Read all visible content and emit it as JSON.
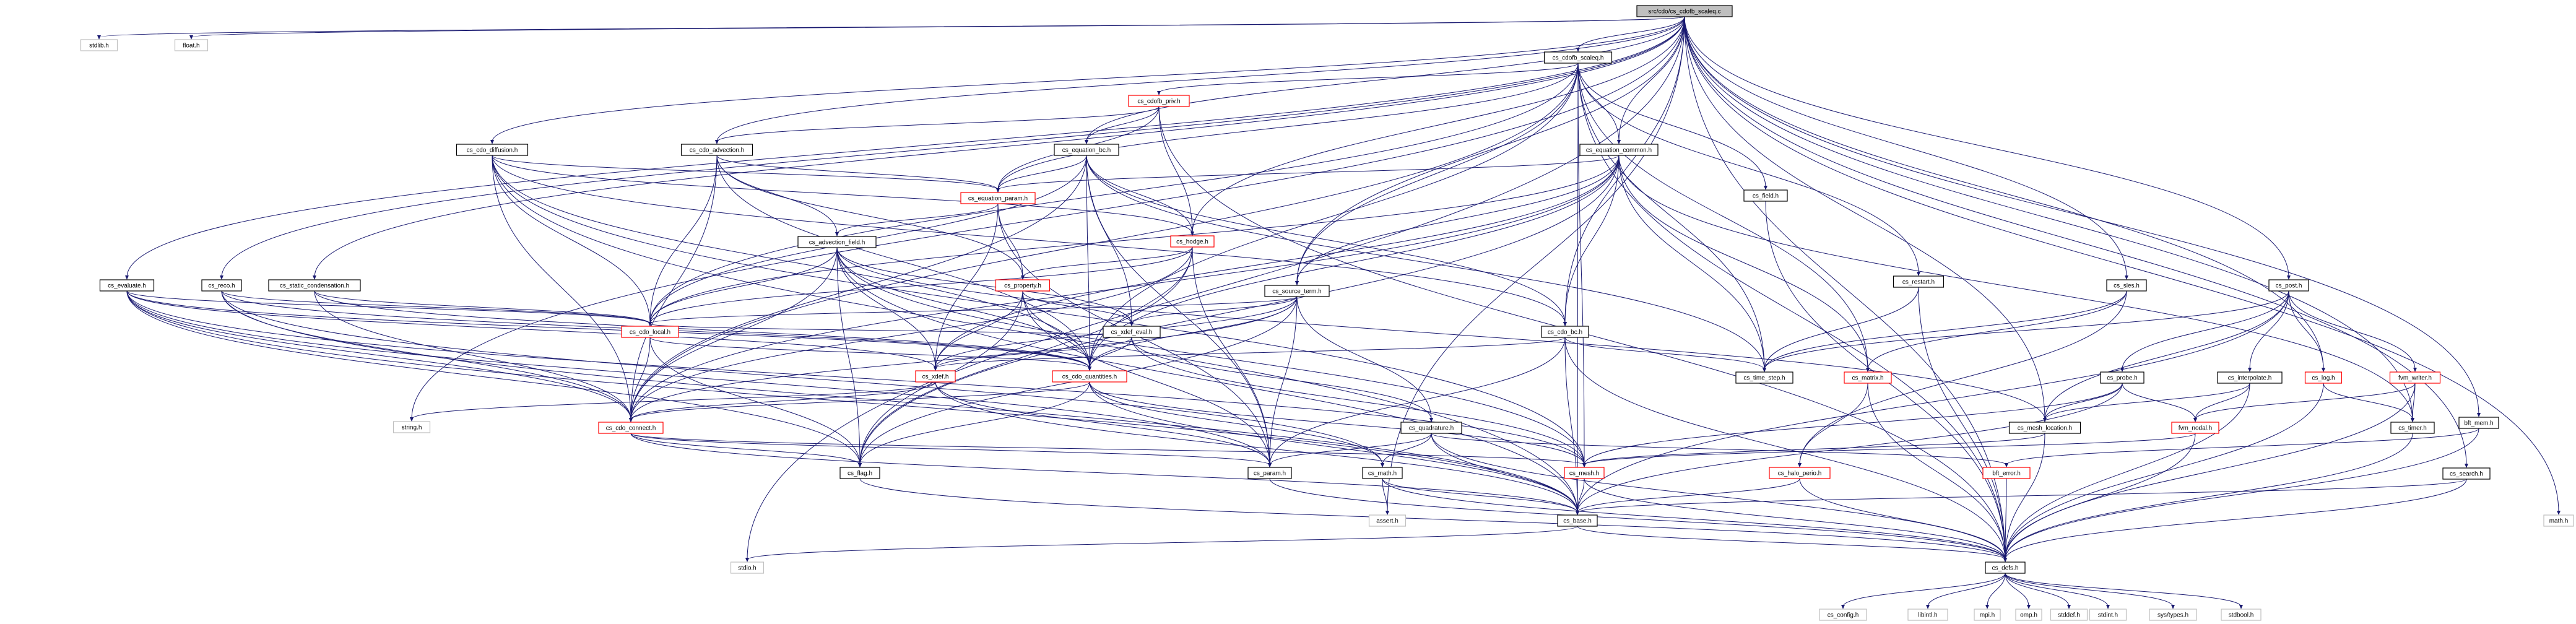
{
  "graph": {
    "title": "src/cdo/cs_cdofb_scaleq.c",
    "colors": {
      "edge": "#191970",
      "root_fill": "#bfbfbf",
      "internal_border": "#000000",
      "external_border": "#bfbfbf",
      "flagged_border": "#ff0000"
    },
    "nodes": [
      {
        "id": "root",
        "label": "src/cdo/cs_cdofb_scaleq.c",
        "kind": "root"
      },
      {
        "id": "stdlib",
        "label": "stdlib.h",
        "kind": "external"
      },
      {
        "id": "float",
        "label": "float.h",
        "kind": "external"
      },
      {
        "id": "evaluate",
        "label": "cs_evaluate.h",
        "kind": "internal"
      },
      {
        "id": "reco",
        "label": "cs_reco.h",
        "kind": "internal"
      },
      {
        "id": "static_cond",
        "label": "cs_static_condensation.h",
        "kind": "internal"
      },
      {
        "id": "cdo_diffusion",
        "label": "cs_cdo_diffusion.h",
        "kind": "internal"
      },
      {
        "id": "cdo_advection",
        "label": "cs_cdo_advection.h",
        "kind": "internal"
      },
      {
        "id": "cdofb_priv",
        "label": "cs_cdofb_priv.h",
        "kind": "flagged"
      },
      {
        "id": "cdofb_scaleq_h",
        "label": "cs_cdofb_scaleq.h",
        "kind": "internal"
      },
      {
        "id": "equation_bc",
        "label": "cs_equation_bc.h",
        "kind": "internal"
      },
      {
        "id": "equation_common",
        "label": "cs_equation_common.h",
        "kind": "internal"
      },
      {
        "id": "equation_param",
        "label": "cs_equation_param.h",
        "kind": "flagged"
      },
      {
        "id": "advection_field",
        "label": "cs_advection_field.h",
        "kind": "internal"
      },
      {
        "id": "hodge",
        "label": "cs_hodge.h",
        "kind": "flagged"
      },
      {
        "id": "property",
        "label": "cs_property.h",
        "kind": "flagged"
      },
      {
        "id": "source_term",
        "label": "cs_source_term.h",
        "kind": "internal"
      },
      {
        "id": "field",
        "label": "cs_field.h",
        "kind": "internal"
      },
      {
        "id": "restart",
        "label": "cs_restart.h",
        "kind": "internal"
      },
      {
        "id": "sles",
        "label": "cs_sles.h",
        "kind": "internal"
      },
      {
        "id": "post",
        "label": "cs_post.h",
        "kind": "internal"
      },
      {
        "id": "cdo_local",
        "label": "cs_cdo_local.h",
        "kind": "flagged"
      },
      {
        "id": "xdef_eval",
        "label": "cs_xdef_eval.h",
        "kind": "internal"
      },
      {
        "id": "cdo_bc",
        "label": "cs_cdo_bc.h",
        "kind": "internal"
      },
      {
        "id": "xdef",
        "label": "cs_xdef.h",
        "kind": "flagged"
      },
      {
        "id": "cdo_quantities",
        "label": "cs_cdo_quantities.h",
        "kind": "flagged"
      },
      {
        "id": "time_step",
        "label": "cs_time_step.h",
        "kind": "internal"
      },
      {
        "id": "matrix",
        "label": "cs_matrix.h",
        "kind": "flagged"
      },
      {
        "id": "probe",
        "label": "cs_probe.h",
        "kind": "internal"
      },
      {
        "id": "interpolate",
        "label": "cs_interpolate.h",
        "kind": "internal"
      },
      {
        "id": "log",
        "label": "cs_log.h",
        "kind": "flagged"
      },
      {
        "id": "fvm_writer",
        "label": "fvm_writer.h",
        "kind": "flagged"
      },
      {
        "id": "string",
        "label": "string.h",
        "kind": "external"
      },
      {
        "id": "cdo_connect",
        "label": "cs_cdo_connect.h",
        "kind": "flagged"
      },
      {
        "id": "quadrature",
        "label": "cs_quadrature.h",
        "kind": "internal"
      },
      {
        "id": "mesh_location",
        "label": "cs_mesh_location.h",
        "kind": "internal"
      },
      {
        "id": "fvm_nodal",
        "label": "fvm_nodal.h",
        "kind": "flagged"
      },
      {
        "id": "timer",
        "label": "cs_timer.h",
        "kind": "internal"
      },
      {
        "id": "bft_mem",
        "label": "bft_mem.h",
        "kind": "internal"
      },
      {
        "id": "flag",
        "label": "cs_flag.h",
        "kind": "internal"
      },
      {
        "id": "param",
        "label": "cs_param.h",
        "kind": "internal"
      },
      {
        "id": "math",
        "label": "cs_math.h",
        "kind": "internal"
      },
      {
        "id": "mesh",
        "label": "cs_mesh.h",
        "kind": "flagged"
      },
      {
        "id": "halo_perio",
        "label": "cs_halo_perio.h",
        "kind": "flagged"
      },
      {
        "id": "bft_error",
        "label": "bft_error.h",
        "kind": "flagged"
      },
      {
        "id": "search",
        "label": "cs_search.h",
        "kind": "internal"
      },
      {
        "id": "assert",
        "label": "assert.h",
        "kind": "external"
      },
      {
        "id": "base",
        "label": "cs_base.h",
        "kind": "internal"
      },
      {
        "id": "math_h",
        "label": "math.h",
        "kind": "external"
      },
      {
        "id": "stdio",
        "label": "stdio.h",
        "kind": "external"
      },
      {
        "id": "defs",
        "label": "cs_defs.h",
        "kind": "internal"
      },
      {
        "id": "config",
        "label": "cs_config.h",
        "kind": "external"
      },
      {
        "id": "libintl",
        "label": "libintl.h",
        "kind": "external"
      },
      {
        "id": "mpi",
        "label": "mpi.h",
        "kind": "external"
      },
      {
        "id": "omp",
        "label": "omp.h",
        "kind": "external"
      },
      {
        "id": "stddef",
        "label": "stddef.h",
        "kind": "external"
      },
      {
        "id": "stdint",
        "label": "stdint.h",
        "kind": "external"
      },
      {
        "id": "systypes",
        "label": "sys/types.h",
        "kind": "external"
      },
      {
        "id": "stdbool",
        "label": "stdbool.h",
        "kind": "external"
      }
    ],
    "edges": [
      [
        "root",
        "stdlib"
      ],
      [
        "root",
        "float"
      ],
      [
        "root",
        "evaluate"
      ],
      [
        "root",
        "reco"
      ],
      [
        "root",
        "static_cond"
      ],
      [
        "root",
        "cdo_diffusion"
      ],
      [
        "root",
        "cdo_advection"
      ],
      [
        "root",
        "cdofb_scaleq_h"
      ],
      [
        "root",
        "equation_bc"
      ],
      [
        "root",
        "equation_common"
      ],
      [
        "root",
        "hodge"
      ],
      [
        "root",
        "source_term"
      ],
      [
        "root",
        "cdo_bc"
      ],
      [
        "root",
        "sles"
      ],
      [
        "root",
        "post"
      ],
      [
        "root",
        "log"
      ],
      [
        "root",
        "search"
      ],
      [
        "root",
        "bft_mem"
      ],
      [
        "root",
        "mesh_location"
      ],
      [
        "root",
        "stdio"
      ],
      [
        "root",
        "math_h"
      ],
      [
        "root",
        "defs"
      ],
      [
        "root",
        "string"
      ],
      [
        "root",
        "assert"
      ],
      [
        "root",
        "timer"
      ],
      [
        "cdofb_scaleq_h",
        "cdofb_priv"
      ],
      [
        "cdofb_scaleq_h",
        "equation_common"
      ],
      [
        "cdofb_scaleq_h",
        "field"
      ],
      [
        "cdofb_scaleq_h",
        "restart"
      ],
      [
        "cdofb_scaleq_h",
        "equation_param"
      ],
      [
        "cdofb_scaleq_h",
        "source_term"
      ],
      [
        "cdofb_scaleq_h",
        "cdo_local"
      ],
      [
        "cdofb_scaleq_h",
        "cdo_connect"
      ],
      [
        "cdofb_scaleq_h",
        "cdo_quantities"
      ],
      [
        "cdofb_scaleq_h",
        "time_step"
      ],
      [
        "cdofb_scaleq_h",
        "matrix"
      ],
      [
        "cdofb_scaleq_h",
        "mesh"
      ],
      [
        "cdofb_scaleq_h",
        "defs"
      ],
      [
        "cdofb_scaleq_h",
        "base"
      ],
      [
        "cdofb_priv",
        "equation_bc"
      ],
      [
        "cdofb_priv",
        "cdo_advection"
      ],
      [
        "cdofb_priv",
        "hodge"
      ],
      [
        "cdofb_priv",
        "equation_param"
      ],
      [
        "cdofb_priv",
        "defs"
      ],
      [
        "equation_bc",
        "equation_param"
      ],
      [
        "equation_bc",
        "hodge"
      ],
      [
        "equation_bc",
        "cdo_local"
      ],
      [
        "equation_bc",
        "cdo_bc"
      ],
      [
        "equation_bc",
        "xdef_eval"
      ],
      [
        "equation_bc",
        "cdo_quantities"
      ],
      [
        "equation_bc",
        "cdo_connect"
      ],
      [
        "equation_bc",
        "time_step"
      ],
      [
        "equation_bc",
        "param"
      ],
      [
        "equation_common",
        "equation_param"
      ],
      [
        "equation_common",
        "source_term"
      ],
      [
        "equation_common",
        "cdo_bc"
      ],
      [
        "equation_common",
        "cdo_local"
      ],
      [
        "equation_common",
        "cdo_quantities"
      ],
      [
        "equation_common",
        "cdo_connect"
      ],
      [
        "equation_common",
        "time_step"
      ],
      [
        "equation_common",
        "matrix"
      ],
      [
        "equation_common",
        "timer"
      ],
      [
        "equation_common",
        "flag"
      ],
      [
        "equation_common",
        "xdef"
      ],
      [
        "cdo_advection",
        "advection_field"
      ],
      [
        "cdo_advection",
        "equation_param"
      ],
      [
        "cdo_advection",
        "property"
      ],
      [
        "cdo_advection",
        "cdo_local"
      ],
      [
        "cdo_advection",
        "cdo_quantities"
      ],
      [
        "cdo_advection",
        "cdo_connect"
      ],
      [
        "cdo_diffusion",
        "equation_param"
      ],
      [
        "cdo_diffusion",
        "hodge"
      ],
      [
        "cdo_diffusion",
        "cdo_bc"
      ],
      [
        "cdo_diffusion",
        "cdo_local"
      ],
      [
        "cdo_diffusion",
        "cdo_quantities"
      ],
      [
        "cdo_diffusion",
        "cdo_connect"
      ],
      [
        "cdo_diffusion",
        "mesh"
      ],
      [
        "cdo_diffusion",
        "base"
      ],
      [
        "equation_param",
        "advection_field"
      ],
      [
        "equation_param",
        "property"
      ],
      [
        "equation_param",
        "xdef"
      ],
      [
        "equation_param",
        "param"
      ],
      [
        "advection_field",
        "cdo_local"
      ],
      [
        "advection_field",
        "cdo_quantities"
      ],
      [
        "advection_field",
        "cdo_connect"
      ],
      [
        "advection_field",
        "xdef_eval"
      ],
      [
        "advection_field",
        "xdef"
      ],
      [
        "advection_field",
        "mesh_location"
      ],
      [
        "advection_field",
        "flag"
      ],
      [
        "advection_field",
        "base"
      ],
      [
        "advection_field",
        "mesh"
      ],
      [
        "hodge",
        "property"
      ],
      [
        "hodge",
        "cdo_local"
      ],
      [
        "hodge",
        "cdo_quantities"
      ],
      [
        "hodge",
        "cdo_connect"
      ],
      [
        "hodge",
        "param"
      ],
      [
        "hodge",
        "flag"
      ],
      [
        "property",
        "xdef_eval"
      ],
      [
        "property",
        "xdef"
      ],
      [
        "property",
        "cdo_quantities"
      ],
      [
        "property",
        "flag"
      ],
      [
        "property",
        "param"
      ],
      [
        "source_term",
        "cdo_local"
      ],
      [
        "source_term",
        "xdef_eval"
      ],
      [
        "source_term",
        "xdef"
      ],
      [
        "source_term",
        "cdo_quantities"
      ],
      [
        "source_term",
        "quadrature"
      ],
      [
        "source_term",
        "param"
      ],
      [
        "source_term",
        "flag"
      ],
      [
        "source_term",
        "cdo_connect"
      ],
      [
        "evaluate",
        "cdo_local"
      ],
      [
        "evaluate",
        "cdo_quantities"
      ],
      [
        "evaluate",
        "cdo_connect"
      ],
      [
        "evaluate",
        "xdef"
      ],
      [
        "evaluate",
        "mesh"
      ],
      [
        "evaluate",
        "param"
      ],
      [
        "evaluate",
        "base"
      ],
      [
        "evaluate",
        "flag"
      ],
      [
        "reco",
        "cdo_local"
      ],
      [
        "reco",
        "cdo_quantities"
      ],
      [
        "reco",
        "cdo_connect"
      ],
      [
        "reco",
        "math"
      ],
      [
        "reco",
        "base"
      ],
      [
        "static_cond",
        "cdo_local"
      ],
      [
        "static_cond",
        "cdo_connect"
      ],
      [
        "static_cond",
        "cdo_quantities"
      ],
      [
        "cdo_local",
        "cdo_connect"
      ],
      [
        "cdo_local",
        "cdo_quantities"
      ],
      [
        "cdo_local",
        "flag"
      ],
      [
        "xdef_eval",
        "cdo_local"
      ],
      [
        "xdef_eval",
        "cdo_quantities"
      ],
      [
        "xdef_eval",
        "xdef"
      ],
      [
        "xdef_eval",
        "quadrature"
      ],
      [
        "xdef_eval",
        "mesh"
      ],
      [
        "cdo_bc",
        "xdef"
      ],
      [
        "cdo_bc",
        "time_step"
      ],
      [
        "cdo_bc",
        "param"
      ],
      [
        "cdo_bc",
        "base"
      ],
      [
        "cdo_bc",
        "defs"
      ],
      [
        "xdef",
        "string"
      ],
      [
        "xdef",
        "cdo_connect"
      ],
      [
        "xdef",
        "param"
      ],
      [
        "xdef",
        "base"
      ],
      [
        "cdo_quantities",
        "cdo_connect"
      ],
      [
        "cdo_quantities",
        "flag"
      ],
      [
        "cdo_quantities",
        "mesh"
      ],
      [
        "cdo_quantities",
        "math"
      ],
      [
        "cdo_quantities",
        "base"
      ],
      [
        "cdo_connect",
        "flag"
      ],
      [
        "cdo_connect",
        "param"
      ],
      [
        "cdo_connect",
        "base"
      ],
      [
        "cdo_connect",
        "mesh"
      ],
      [
        "quadrature",
        "math"
      ],
      [
        "quadrature",
        "param"
      ],
      [
        "quadrature",
        "base"
      ],
      [
        "quadrature",
        "bft_error"
      ],
      [
        "quadrature",
        "defs"
      ],
      [
        "field",
        "defs"
      ],
      [
        "restart",
        "time_step"
      ],
      [
        "restart",
        "defs"
      ],
      [
        "sles",
        "matrix"
      ],
      [
        "sles",
        "time_step"
      ],
      [
        "sles",
        "halo_perio"
      ],
      [
        "matrix",
        "halo_perio"
      ],
      [
        "matrix",
        "defs"
      ],
      [
        "post",
        "probe"
      ],
      [
        "post",
        "interpolate"
      ],
      [
        "post",
        "log"
      ],
      [
        "post",
        "fvm_writer"
      ],
      [
        "post",
        "time_step"
      ],
      [
        "post",
        "mesh_location"
      ],
      [
        "post",
        "base"
      ],
      [
        "probe",
        "mesh_location"
      ],
      [
        "probe",
        "fvm_nodal"
      ],
      [
        "probe",
        "mesh"
      ],
      [
        "probe",
        "base"
      ],
      [
        "interpolate",
        "mesh_location"
      ],
      [
        "interpolate",
        "fvm_nodal"
      ],
      [
        "interpolate",
        "defs"
      ],
      [
        "log",
        "timer"
      ],
      [
        "log",
        "defs"
      ],
      [
        "fvm_writer",
        "fvm_nodal"
      ],
      [
        "fvm_writer",
        "timer"
      ],
      [
        "fvm_writer",
        "defs"
      ],
      [
        "fvm_nodal",
        "mesh"
      ],
      [
        "fvm_nodal",
        "defs"
      ],
      [
        "mesh_location",
        "mesh"
      ],
      [
        "mesh_location",
        "defs"
      ],
      [
        "timer",
        "defs"
      ],
      [
        "bft_mem",
        "bft_error"
      ],
      [
        "bft_mem",
        "defs"
      ],
      [
        "search",
        "base"
      ],
      [
        "search",
        "defs"
      ],
      [
        "flag",
        "defs"
      ],
      [
        "param",
        "defs"
      ],
      [
        "math",
        "assert"
      ],
      [
        "math",
        "base"
      ],
      [
        "math",
        "defs"
      ],
      [
        "mesh",
        "base"
      ],
      [
        "mesh",
        "defs"
      ],
      [
        "halo_perio",
        "base"
      ],
      [
        "halo_perio",
        "defs"
      ],
      [
        "bft_error",
        "defs"
      ],
      [
        "base",
        "stdio"
      ],
      [
        "base",
        "defs"
      ],
      [
        "defs",
        "config"
      ],
      [
        "defs",
        "libintl"
      ],
      [
        "defs",
        "mpi"
      ],
      [
        "defs",
        "omp"
      ],
      [
        "defs",
        "stddef"
      ],
      [
        "defs",
        "stdint"
      ],
      [
        "defs",
        "systypes"
      ],
      [
        "defs",
        "stdbool"
      ]
    ]
  }
}
